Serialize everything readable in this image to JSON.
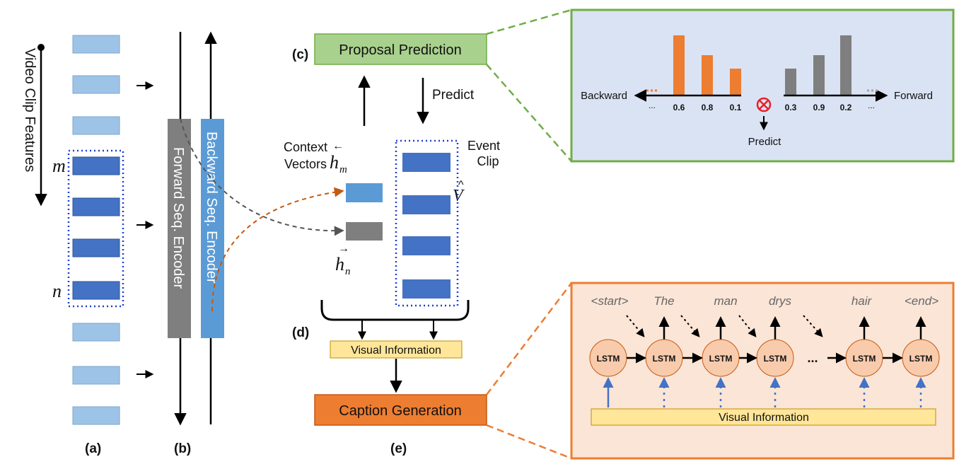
{
  "feature_axis_label": "Video Clip Features",
  "marker_m": "m",
  "marker_n": "n",
  "forward_encoder": "Forward Seq. Encoder",
  "backward_encoder": "Backward Seq. Encoder",
  "panel_labels": {
    "a": "(a)",
    "b": "(b)",
    "c": "(c)",
    "d": "(d)",
    "e": "(e)"
  },
  "proposal_prediction": "Proposal Prediction",
  "predict_label": "Predict",
  "context_vectors": {
    "line1": "Context",
    "line2": "Vectors"
  },
  "h_m": "h",
  "h_m_sub": "m",
  "h_n": "h",
  "h_n_sub": "n",
  "event_clip": {
    "line1": "Event",
    "line2": "Clip"
  },
  "v_hat": "V",
  "visual_information": "Visual Information",
  "caption_generation": "Caption Generation",
  "proposal_detail": {
    "backward_label": "Backward",
    "forward_label": "Forward",
    "backward_scores": [
      "...",
      "0.6",
      "0.8",
      "0.1"
    ],
    "forward_scores": [
      "0.3",
      "0.9",
      "0.2",
      "..."
    ],
    "backward_bar_values": [
      0.6,
      0.8,
      0.1
    ],
    "forward_bar_values": [
      0.3,
      0.9,
      0.2
    ],
    "predict_label": "Predict",
    "colors": {
      "backward": "#ED7D31",
      "forward": "#7F7F7F",
      "panel_bg": "#DAE3F3",
      "panel_border": "#70AD47"
    }
  },
  "caption_detail": {
    "words": [
      "<start>",
      "The",
      "man",
      "drys",
      "hair",
      "<end>"
    ],
    "lstm_label": "LSTM",
    "ellipsis": "...",
    "visual_information": "Visual Information",
    "colors": {
      "panel_bg": "#FBE5D6",
      "panel_border": "#ED7D31",
      "lstm_fill": "#F8CBAD",
      "visual_fill": "#FFE699"
    }
  }
}
